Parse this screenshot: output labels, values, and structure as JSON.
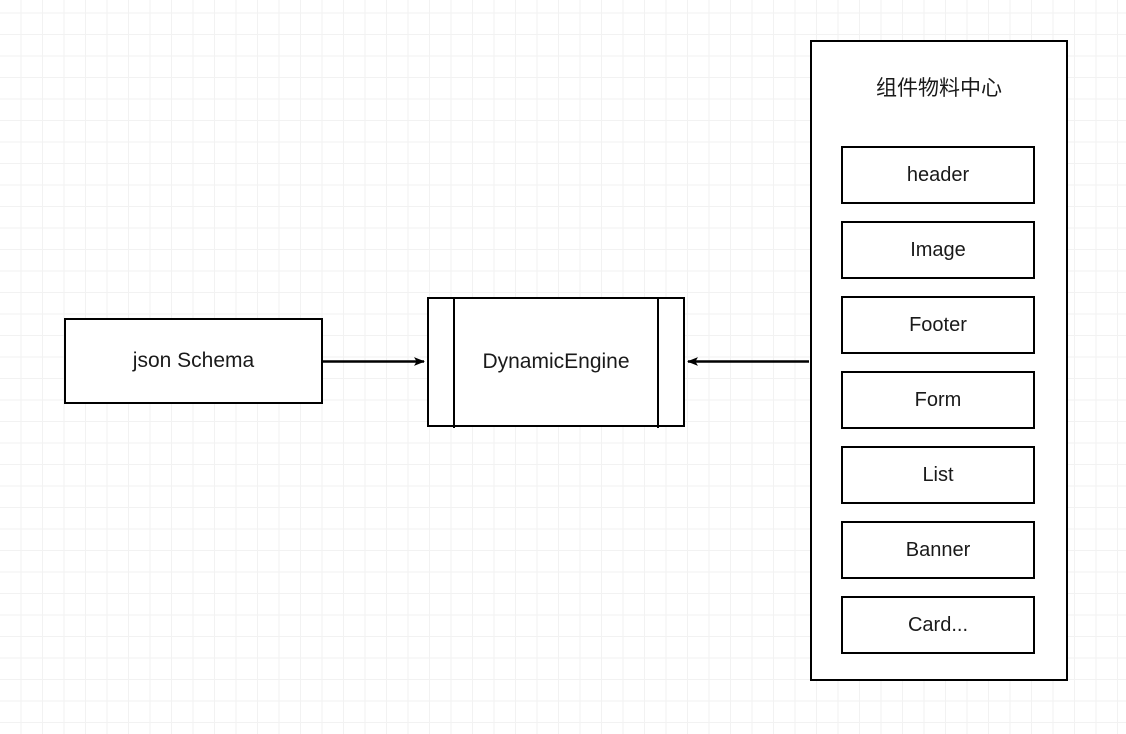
{
  "diagram": {
    "nodes": {
      "json_schema": {
        "label": "json Schema"
      },
      "dynamic_engine": {
        "label": "DynamicEngine"
      },
      "material_center": {
        "title": "组件物料中心",
        "items": [
          {
            "label": "header"
          },
          {
            "label": "Image"
          },
          {
            "label": "Footer"
          },
          {
            "label": "Form"
          },
          {
            "label": "List"
          },
          {
            "label": "Banner"
          },
          {
            "label": "Card..."
          }
        ]
      }
    },
    "edges": [
      {
        "from": "json_schema",
        "to": "dynamic_engine",
        "direction": "right"
      },
      {
        "from": "material_center",
        "to": "dynamic_engine",
        "direction": "left"
      }
    ],
    "colors": {
      "stroke": "#000000",
      "text": "#1a1a1a",
      "fill": "#ffffff",
      "grid_minor": "#f2f2f2",
      "grid_major": "#e8e8e8"
    }
  }
}
